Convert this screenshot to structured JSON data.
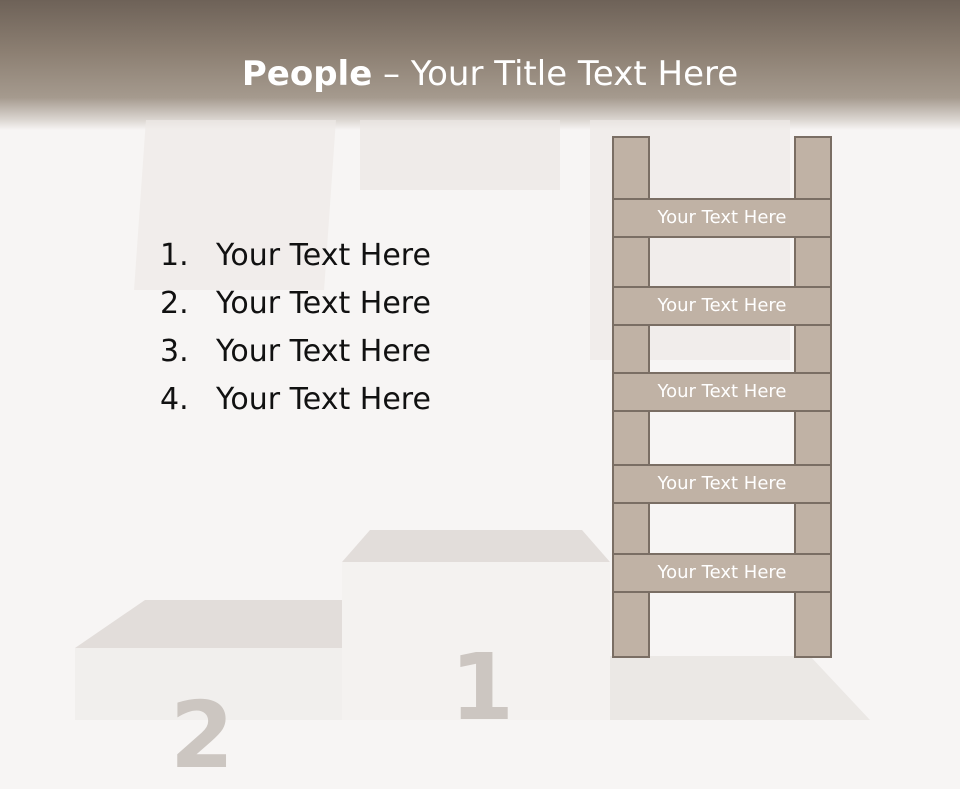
{
  "slide": {
    "title_bold": "People",
    "title_rest": " – Your Title Text Here"
  },
  "list": {
    "items": [
      {
        "number": "1.",
        "text": "Your Text Here"
      },
      {
        "number": "2.",
        "text": "Your Text Here"
      },
      {
        "number": "3.",
        "text": "Your Text Here"
      },
      {
        "number": "4.",
        "text": "Your Text Here"
      }
    ]
  },
  "ladder": {
    "steps": [
      "Your Text Here",
      "Your Text Here",
      "Your Text Here",
      "Your Text Here",
      "Your Text Here"
    ]
  },
  "podium": {
    "place_1": "1",
    "place_2": "2"
  },
  "colors": {
    "header": "#8c7f72",
    "ladder_fill": "#c0b2a5",
    "ladder_border": "#7a6e64"
  }
}
